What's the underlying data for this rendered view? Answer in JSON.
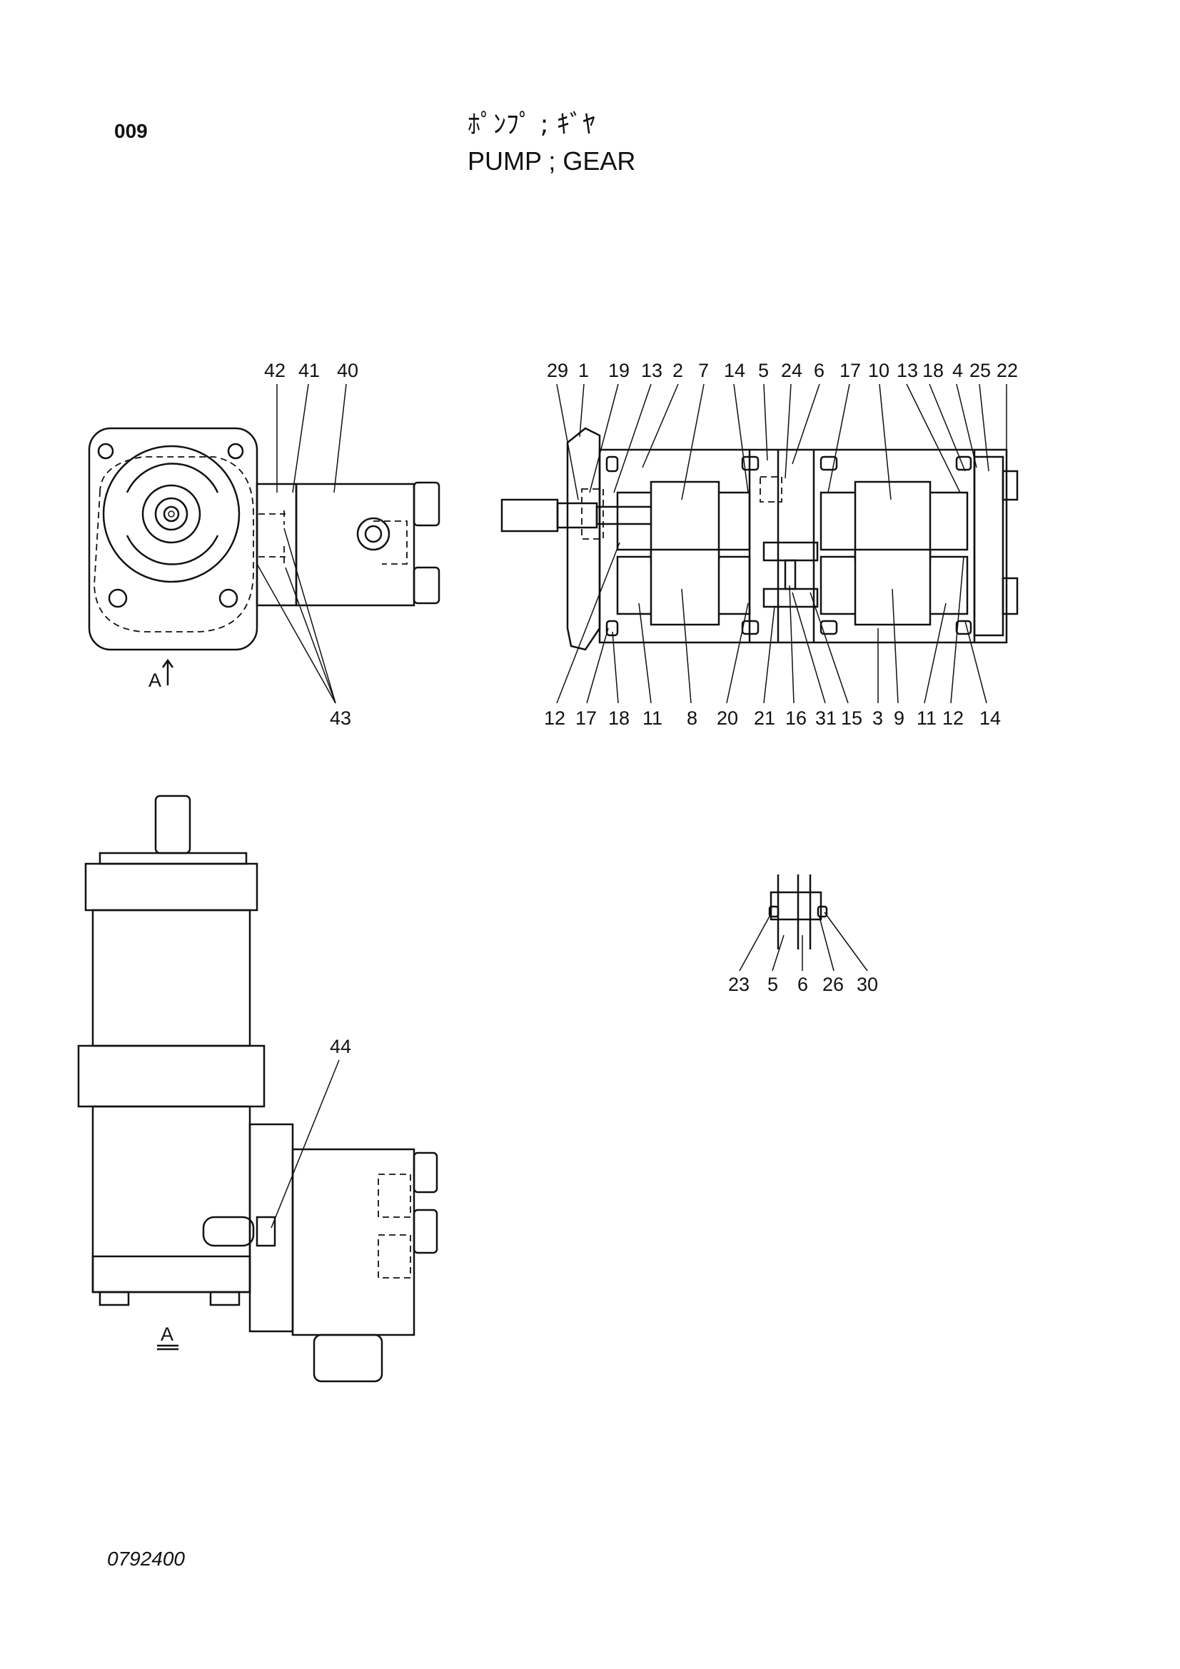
{
  "header": {
    "page_number": "009",
    "title_jp": "ﾎﾟﾝﾌﾟ ; ｷﾞﾔ",
    "title_en": "PUMP ; GEAR"
  },
  "footer": {
    "drawing_code": "0792400"
  },
  "view_labels": {
    "arrow_a": "A",
    "view_a": "A"
  },
  "callouts": {
    "front_top": [
      "42",
      "41",
      "40"
    ],
    "front_bottom": "43",
    "section_top": [
      "29",
      "1",
      "19",
      "13",
      "2",
      "7",
      "14",
      "5",
      "24",
      "6",
      "17",
      "10",
      "13",
      "18",
      "4",
      "25",
      "22"
    ],
    "section_bottom": [
      "12",
      "17",
      "18",
      "11",
      "8",
      "20",
      "21",
      "16",
      "31",
      "15",
      "3",
      "9",
      "11",
      "12",
      "14"
    ],
    "detail": [
      "23",
      "5",
      "6",
      "26",
      "30"
    ],
    "side": "44"
  }
}
